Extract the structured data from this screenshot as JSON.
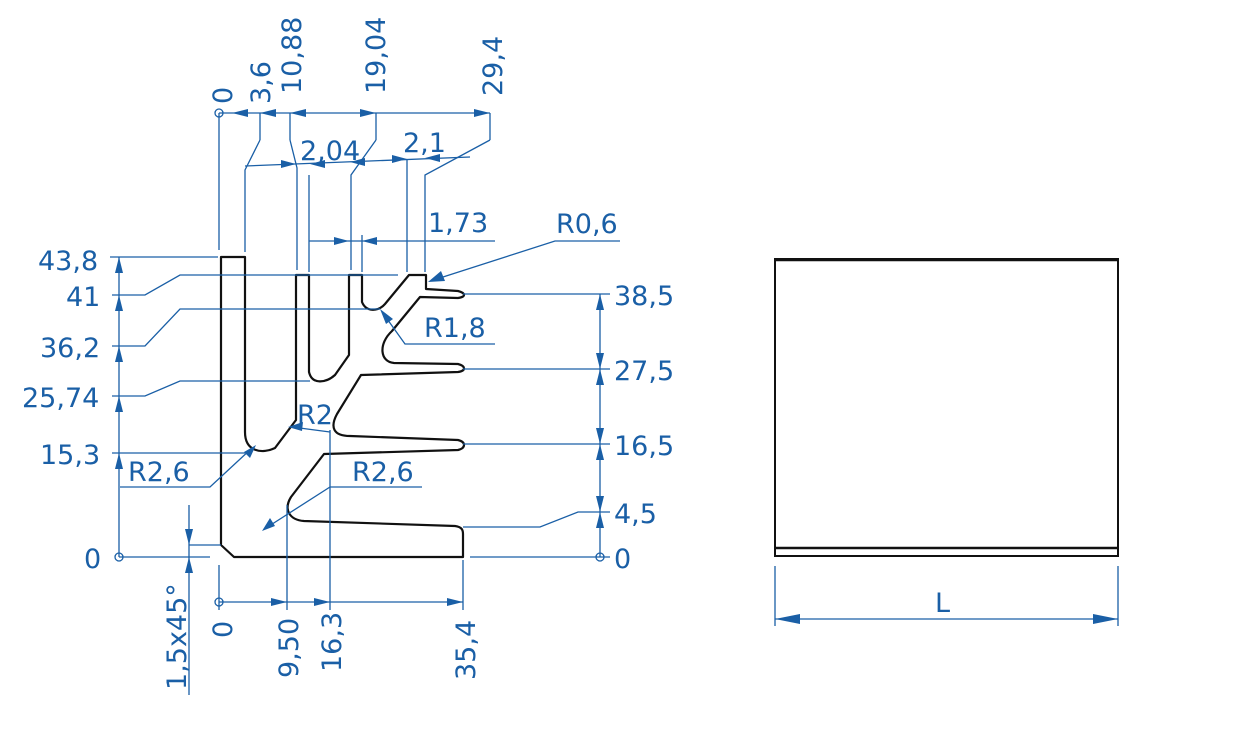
{
  "drawing": {
    "colors": {
      "dimension": "#1a5fa6",
      "outline": "#111111",
      "background": "#ffffff"
    },
    "top_dims": {
      "d0": "0",
      "d1": "3,6",
      "d2": "10,88",
      "d3": "19,04",
      "d4": "29,4"
    },
    "fin_dims": {
      "gap_a": "2,04",
      "gap_b": "2,1",
      "gap_c": "1,73"
    },
    "left_dims": {
      "v1": "43,8",
      "v2": "41",
      "v3": "36,2",
      "v4": "25,74",
      "v5": "15,3",
      "v6": "0"
    },
    "right_dims": {
      "h1": "38,5",
      "h2": "27,5",
      "h3": "16,5",
      "h4": "4,5",
      "h5": "0"
    },
    "bottom_dims": {
      "b0": "0",
      "b1": "9,50",
      "b2": "16,3",
      "b3": "35,4",
      "chamfer": "1,5x45°"
    },
    "radii": {
      "r06": "R0,6",
      "r18": "R1,8",
      "r2": "R2",
      "r26a": "R2,6",
      "r26b": "R2,6"
    },
    "side_view": {
      "length_label": "L"
    }
  }
}
